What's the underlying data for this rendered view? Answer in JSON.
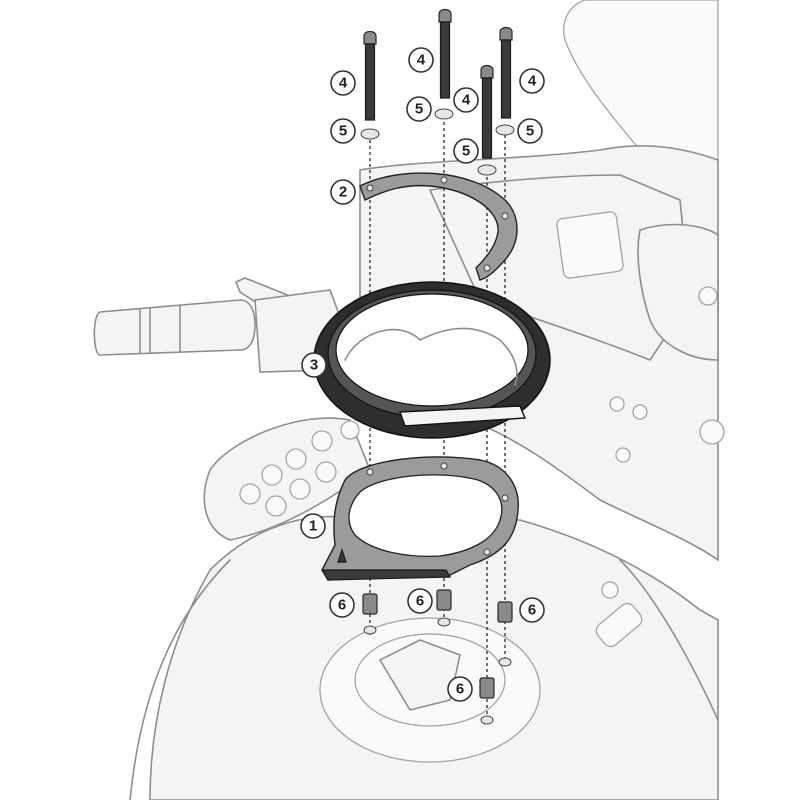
{
  "diagram": {
    "kind": "exploded-assembly",
    "palette": {
      "outline": "#8e8e8e",
      "part_dark": "#3a3a3a",
      "part_plate": "#9b9b9b",
      "dashed_axis": "#2a2a2a"
    },
    "callouts": [
      {
        "id": "bolt-1",
        "label": "4"
      },
      {
        "id": "bolt-2",
        "label": "4"
      },
      {
        "id": "bolt-3",
        "label": "4"
      },
      {
        "id": "bolt-4",
        "label": "4"
      },
      {
        "id": "washer-1",
        "label": "5"
      },
      {
        "id": "washer-2",
        "label": "5"
      },
      {
        "id": "washer-3",
        "label": "5"
      },
      {
        "id": "washer-4",
        "label": "5"
      },
      {
        "id": "upper-bracket",
        "label": "2"
      },
      {
        "id": "tank-ring",
        "label": "3"
      },
      {
        "id": "base-plate",
        "label": "1"
      },
      {
        "id": "spacer-1",
        "label": "6"
      },
      {
        "id": "spacer-2",
        "label": "6"
      },
      {
        "id": "spacer-3",
        "label": "6"
      },
      {
        "id": "spacer-4",
        "label": "6"
      }
    ]
  }
}
